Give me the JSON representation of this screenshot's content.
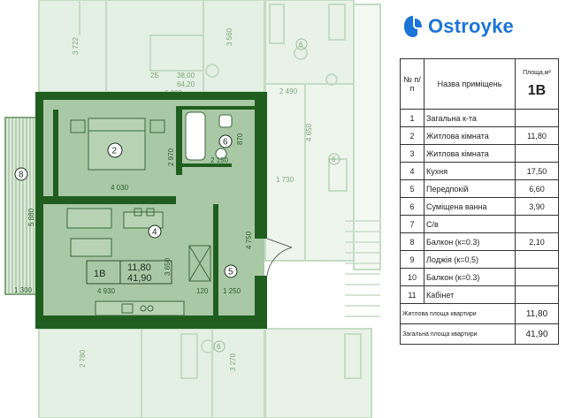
{
  "brand": {
    "name": "Ostroyke"
  },
  "table": {
    "header": {
      "num": "№ п/п",
      "name": "Назва приміщень",
      "area_caption": "Площа,м²",
      "unit": "1В"
    },
    "rows": [
      {
        "num": "1",
        "name": "Загальна к-та",
        "area": ""
      },
      {
        "num": "2",
        "name": "Житлова кімната",
        "area": "11,80"
      },
      {
        "num": "3",
        "name": "Житлова кімната",
        "area": ""
      },
      {
        "num": "4",
        "name": "Кухня",
        "area": "17,50"
      },
      {
        "num": "5",
        "name": "Передпокій",
        "area": "6,60"
      },
      {
        "num": "6",
        "name": "Суміщена ванна",
        "area": "3,90"
      },
      {
        "num": "7",
        "name": "С/в",
        "area": ""
      },
      {
        "num": "8",
        "name": "Балкон (к=0.3)",
        "area": "2,10"
      },
      {
        "num": "9",
        "name": "Лоджія (к=0,5)",
        "area": ""
      },
      {
        "num": "10",
        "name": "Балкон (к=0.3)",
        "area": ""
      },
      {
        "num": "11",
        "name": "Кабінет",
        "area": ""
      }
    ],
    "living_area": {
      "label": "Житлова площа квартири",
      "value": "11,80"
    },
    "total_area": {
      "label": "Загальна площа квартири",
      "value": "41,90"
    }
  },
  "plan": {
    "unit_label": "1В",
    "unit_living": "11,80",
    "unit_total": "41,90",
    "room_numbers": {
      "r2": "2",
      "r4": "4",
      "r5": "5",
      "r6": "6",
      "r8": "8"
    },
    "dims": {
      "d4030": "4 030",
      "d2970": "2 970",
      "d2150": "2 150",
      "d870": "870",
      "d3650": "3 650",
      "d4750": "4 750",
      "d4930": "4 930",
      "d1250": "1 250",
      "d120": "120",
      "d1300": "1 300",
      "d5880": "5 880"
    },
    "ghost": {
      "unit": "2Б",
      "v1": "38,00",
      "v2": "64,20",
      "d6000": "6 000",
      "d3722": "3 722",
      "d3560": "3 560",
      "d2490": "2 490",
      "d4650": "4 650",
      "d1730": "1 730",
      "d2780": "2 780",
      "d3270": "3 270",
      "r6": "6",
      "r6b": "6",
      "r6c": "6"
    }
  }
}
